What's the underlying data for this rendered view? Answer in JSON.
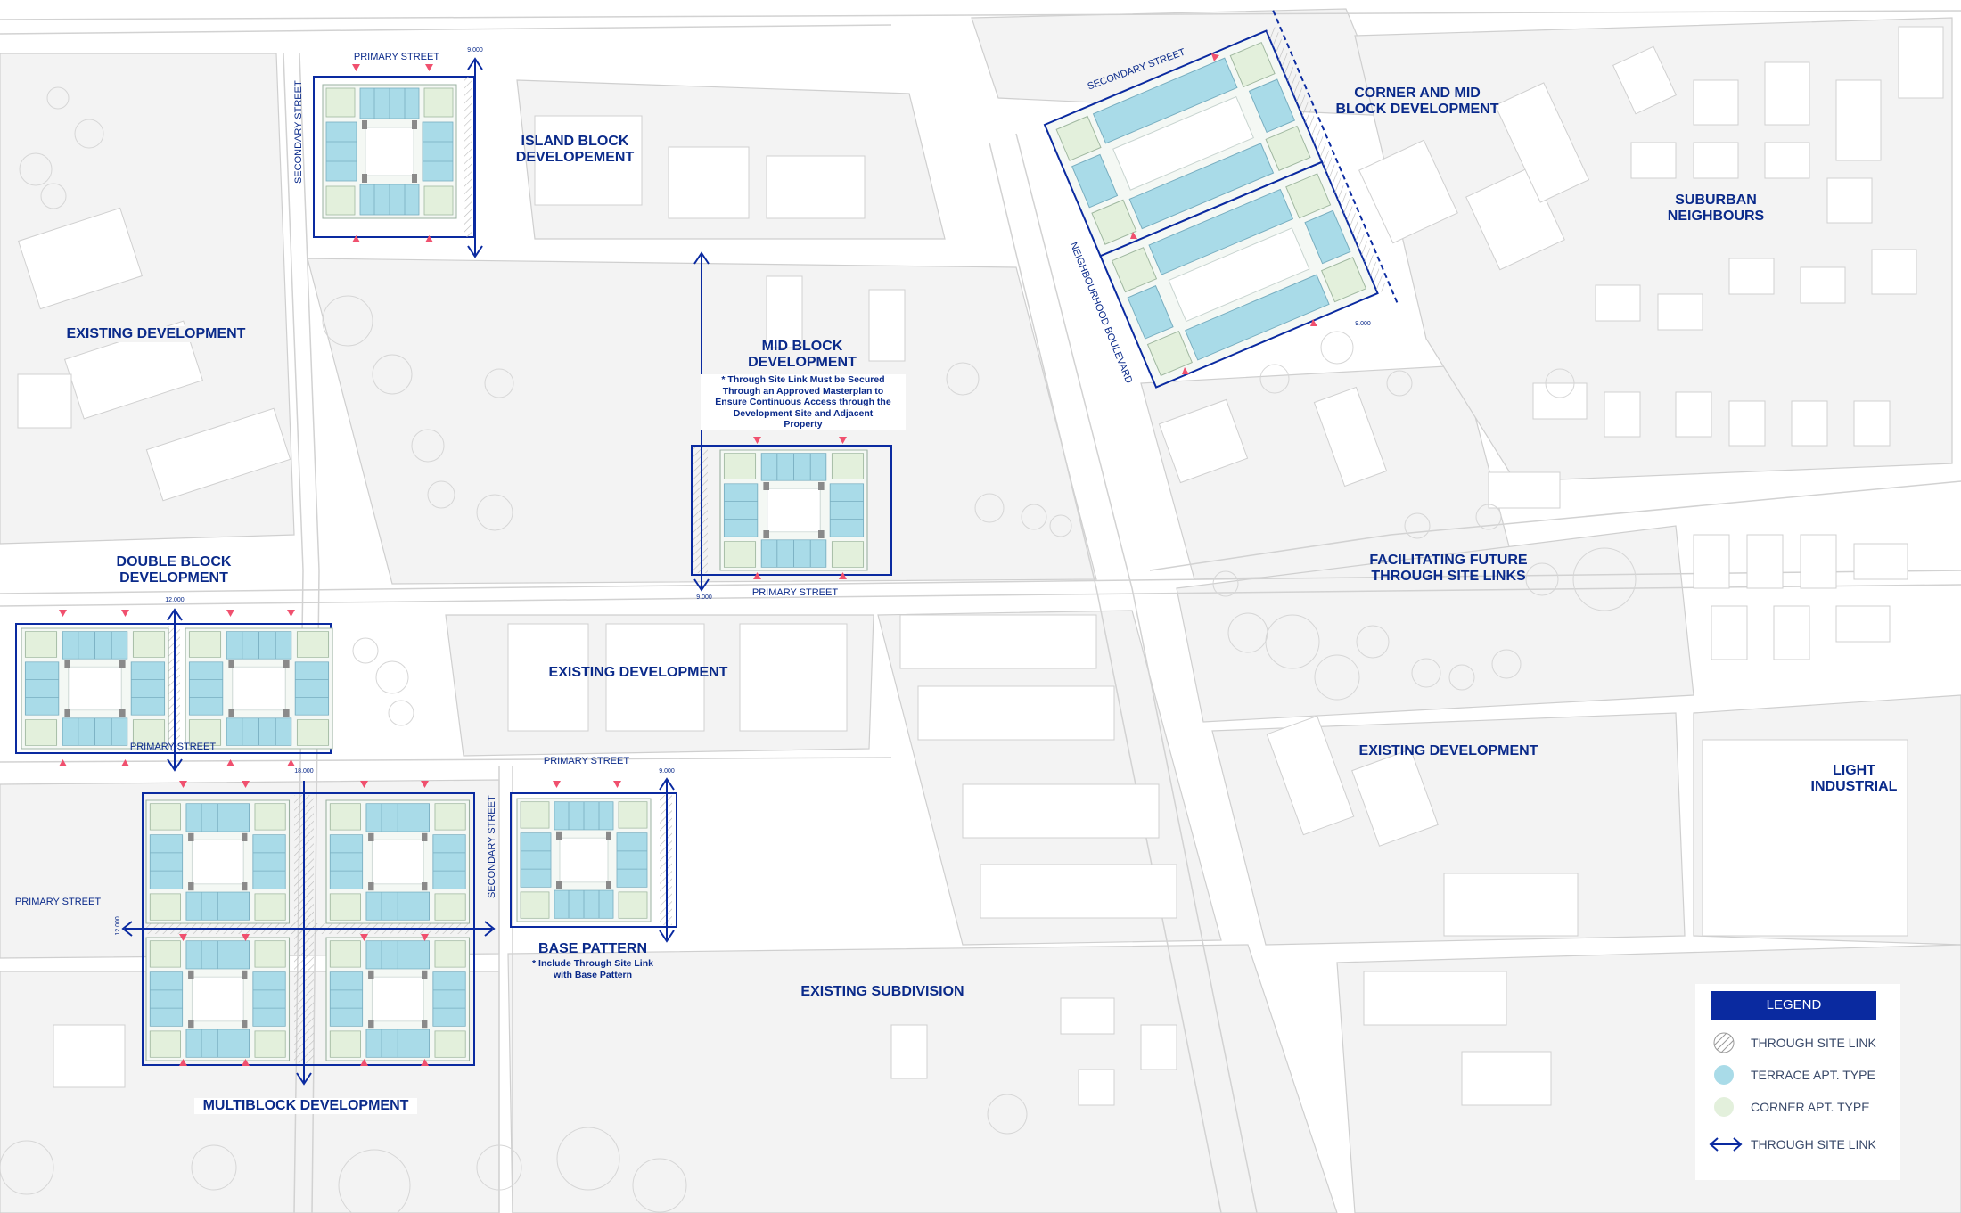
{
  "colors": {
    "navy": "#0a2aa0",
    "terrace": "#a9dbe8",
    "corner": "#e3f0dc",
    "arrow_red": "#f0506e",
    "road_fill": "#f3f3f3",
    "road_line": "#c9c9c9"
  },
  "labels": {
    "island_block": "ISLAND BLOCK\nDEVELOPEMENT",
    "corner_mid": "CORNER AND MID\nBLOCK DEVELOPMENT",
    "suburban": "SUBURBAN\nNEIGHBOURS",
    "existing_dev_w": "EXISTING DEVELOPMENT",
    "mid_block": "MID BLOCK\nDEVELOPMENT",
    "mid_block_note": "* Through Site Link Must be Secured\nThrough an Approved Masterplan to\nEnsure Continuous Access through the\nDevelopment Site and Adjacent\nProperty",
    "double_block": "DOUBLE BLOCK DEVELOPMENT",
    "facilitating": "FACILITATING FUTURE\nTHROUGH SITE LINKS",
    "existing_dev_c": "EXISTING DEVELOPMENT",
    "existing_dev_e": "EXISTING DEVELOPMENT",
    "light_industrial": "LIGHT\nINDUSTRIAL",
    "base_pattern": "BASE PATTERN",
    "base_pattern_note": "* Include Through Site Link\nwith Base Pattern",
    "existing_subdivision": "EXISTING SUBDIVISION",
    "multiblock": "MULTIBLOCK DEVELOPMENT"
  },
  "streets": {
    "primary_island": "PRIMARY STREET",
    "secondary_island": "SECONDARY STREET",
    "secondary_corner": "SECONDARY STREET",
    "neighbourhood_blvd": "NEIGHBOURHOOD BOULEVARD",
    "primary_mid": "PRIMARY STREET",
    "primary_double": "PRIMARY STREET",
    "primary_base": "PRIMARY STREET",
    "secondary_base": "SECONDARY STREET",
    "primary_multi": "PRIMARY STREET"
  },
  "dimensions": {
    "island": "9.000",
    "corner": "9.000",
    "mid": "9.000",
    "double": "12.000",
    "multi_h": "18.000",
    "multi_v": "12.000",
    "base": "9.000"
  },
  "legend": {
    "title": "LEGEND",
    "items": [
      {
        "icon": "hatched-circle-icon",
        "label": "THROUGH SITE LINK"
      },
      {
        "icon": "terrace-circle-icon",
        "label": "TERRACE APT. TYPE"
      },
      {
        "icon": "corner-circle-icon",
        "label": "CORNER APT. TYPE"
      },
      {
        "icon": "double-arrow-icon",
        "label": "THROUGH SITE LINK"
      }
    ]
  }
}
